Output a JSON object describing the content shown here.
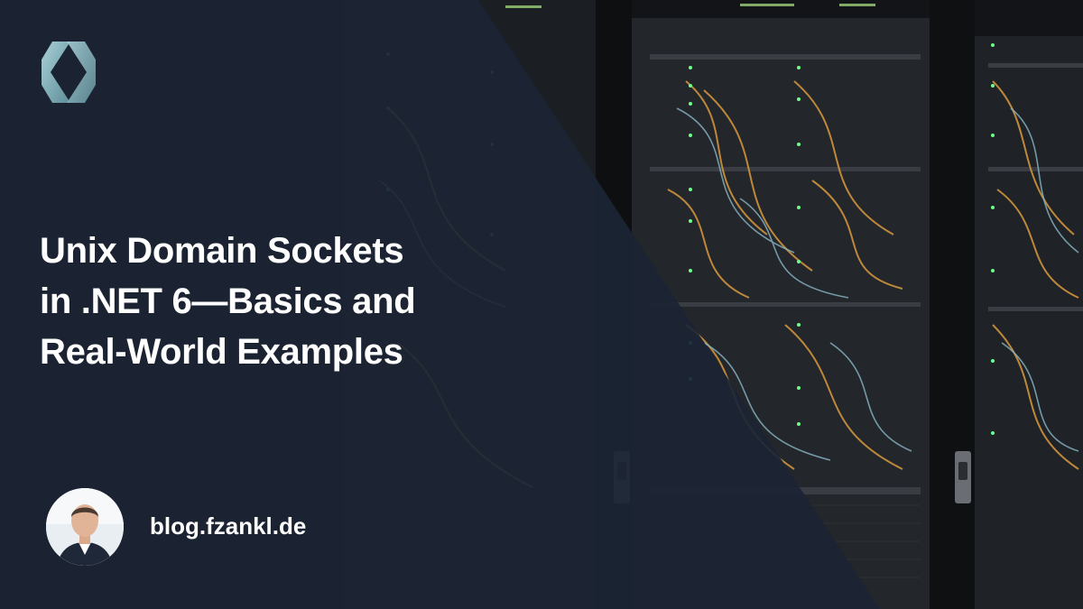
{
  "title_lines": [
    "Unix Domain Sockets",
    "in .NET 6—Basics and",
    "Real-World Examples"
  ],
  "blog_url": "blog.fzankl.de",
  "colors": {
    "overlay": "#1c2535",
    "text": "#ffffff",
    "cable_orange": "#d99a3e",
    "cable_blue": "#8ab8c8",
    "led_green": "#6dff8a",
    "logo": "#8fb9c4"
  },
  "icons": {
    "logo": "diamond-logo-icon",
    "avatar": "author-avatar"
  }
}
